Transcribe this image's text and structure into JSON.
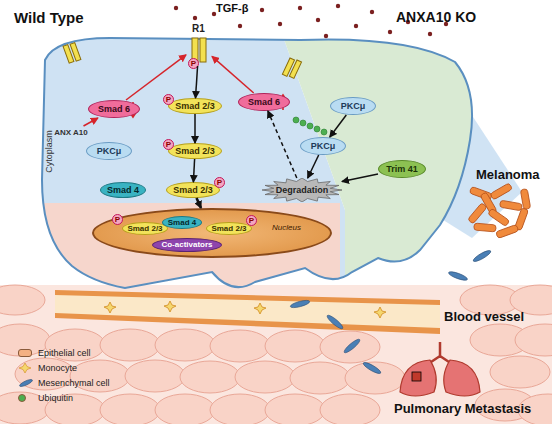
{
  "diagram": {
    "nodes": [
      {
        "text": [
          "Cytoplasm"
        ]
      },
      {
        "text": [
          "R1"
        ],
        "in": 0
      },
      {
        "text": [
          "Smad 6"
        ],
        "in": 0
      },
      {
        "text": [
          "ANX A10"
        ],
        "in": 0
      },
      {
        "text": [
          "PKCμ"
        ],
        "in": 0
      },
      {
        "text": [
          "Smad 2/3"
        ],
        "in": 0
      },
      {
        "text": [
          "Smad 2/3"
        ],
        "in": 0
      },
      {
        "text": [
          "Smad 4"
        ],
        "in": 0
      },
      {
        "text": [
          "Smad 2/3"
        ],
        "in": 0
      },
      {
        "text": [
          "Smad 6"
        ],
        "in": 0
      },
      {
        "text": [
          "PKCμ"
        ],
        "in": 0
      },
      {
        "text": [
          "PKCμ"
        ],
        "in": 0
      },
      {
        "text": [
          "Trim 41"
        ],
        "in": 0
      },
      {
        "text": [
          "Degradation"
        ],
        "in": 0
      },
      {
        "text": [
          "Nucleus"
        ],
        "in": 0
      },
      {
        "text": [
          "Smad 2/3"
        ],
        "in": 14
      },
      {
        "text": [
          "Smad 4"
        ],
        "in": 14
      },
      {
        "text": [
          "Smad 2/3"
        ],
        "in": 14
      },
      {
        "text": [
          "Co-activators"
        ],
        "in": 14
      }
    ],
    "edges": [
      {
        "from": 2,
        "to": 1,
        "arrow": "to"
      },
      {
        "from": 3,
        "to": 2,
        "arrow": "to"
      },
      {
        "from": 1,
        "to": 5,
        "arrow": "to"
      },
      {
        "from": 5,
        "to": 6,
        "arrow": "to"
      },
      {
        "from": 6,
        "to": 8,
        "arrow": "to"
      },
      {
        "from": 8,
        "to": 14,
        "arrow": "to"
      },
      {
        "from": 9,
        "to": 1,
        "arrow": "to"
      },
      {
        "from": 10,
        "to": 11,
        "arrow": "to"
      },
      {
        "from": 11,
        "to": 13,
        "arrow": "to"
      },
      {
        "from": 12,
        "to": 13,
        "arrow": "to"
      },
      {
        "from": 13,
        "to": 9,
        "arrow": "to"
      }
    ],
    "labels": [
      "Wild Type",
      "TGF-β",
      "ANXA10 KO",
      "P",
      "P",
      "P",
      "P",
      "P",
      "P",
      "Melanoma",
      "Blood vessel",
      "Pulmonary Metastasis"
    ],
    "legend": [
      {
        "text": "Epithelial cell",
        "color": "#f4b183"
      },
      {
        "text": "Monocyte"
      },
      {
        "text": "Mesenchymal cell"
      },
      {
        "text": "Ubiquitin",
        "color": "#4caf50"
      }
    ]
  }
}
